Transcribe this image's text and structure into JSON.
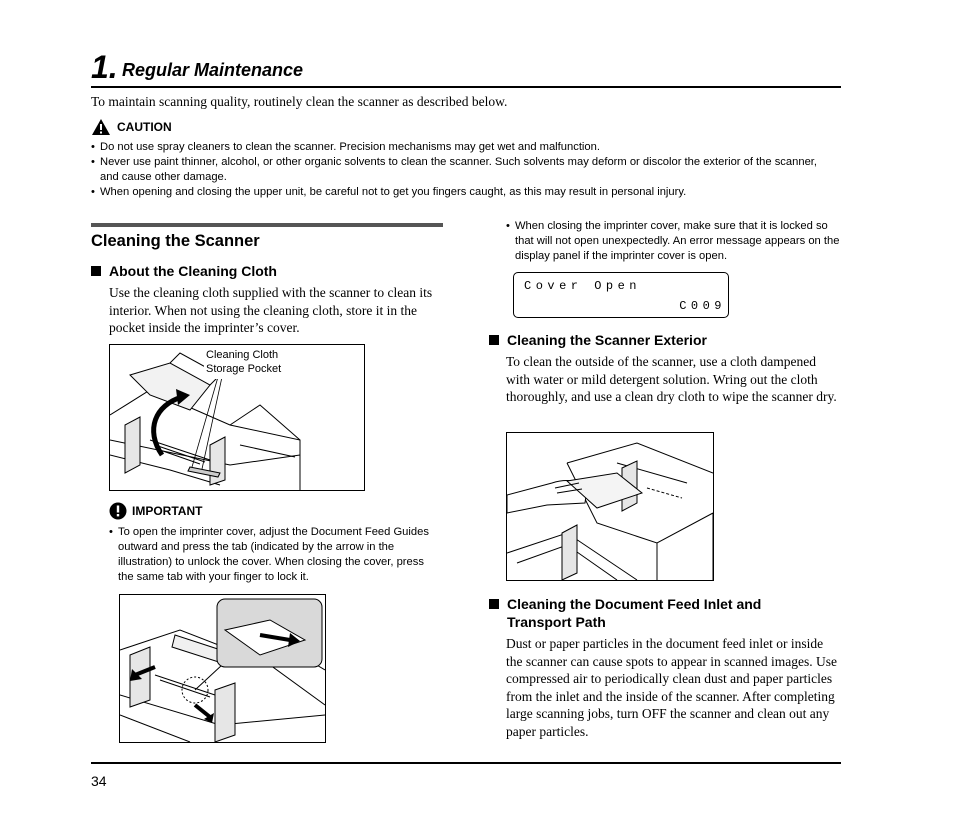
{
  "chapter": {
    "number": "1.",
    "title": "Regular Maintenance"
  },
  "intro": "To maintain scanning quality, routinely clean the scanner as described below.",
  "caution": {
    "label": "CAUTION",
    "items": [
      "Do not use spray cleaners to clean the scanner. Precision mechanisms may get wet and malfunction.",
      "Never use paint thinner, alcohol, or other organic solvents to clean the scanner. Such solvents may deform or discolor the exterior of the scanner, and cause other damage.",
      "When opening and closing the upper unit, be careful not to get you fingers caught, as this may result in personal injury."
    ]
  },
  "section": {
    "title": "Cleaning the Scanner"
  },
  "cloth": {
    "heading": "About the Cleaning Cloth",
    "body": "Use the cleaning cloth supplied with the scanner to clean its interior. When not using the cleaning cloth, store it in the pocket inside the imprinter’s cover.",
    "figure_callout_line1": "Cleaning Cloth",
    "figure_callout_line2": "Storage Pocket"
  },
  "important": {
    "label": "IMPORTANT",
    "items": [
      "To open the imprinter cover, adjust the Document Feed Guides outward and press the tab (indicated by the arrow in the illustration) to unlock the cover. When closing the cover, press the same tab with your finger to lock it.",
      "When closing the imprinter cover, make sure that it is locked so that will not open unexpectedly. An error message appears on the display panel if the imprinter cover is open."
    ]
  },
  "display": {
    "line1": "Cover Open",
    "line2": "C009"
  },
  "exterior": {
    "heading": "Cleaning the Scanner Exterior",
    "body": "To clean the outside of the scanner, use a cloth dampened with water or mild detergent solution. Wring out the cloth thoroughly, and use a clean dry cloth to wipe the scanner dry."
  },
  "feed": {
    "heading": "Cleaning the Document Feed Inlet and Transport Path",
    "body": "Dust or paper particles in the document feed inlet or inside the scanner can cause spots to appear in scanned images. Use compressed air to periodically clean dust and paper particles from the inlet and the inside of the scanner. After completing large scanning jobs, turn OFF the scanner and clean out any paper particles."
  },
  "page_number": "34",
  "icons": {
    "caution": "warning-triangle-icon",
    "important": "exclamation-circle-icon",
    "bullet": "square-bullet-icon"
  }
}
